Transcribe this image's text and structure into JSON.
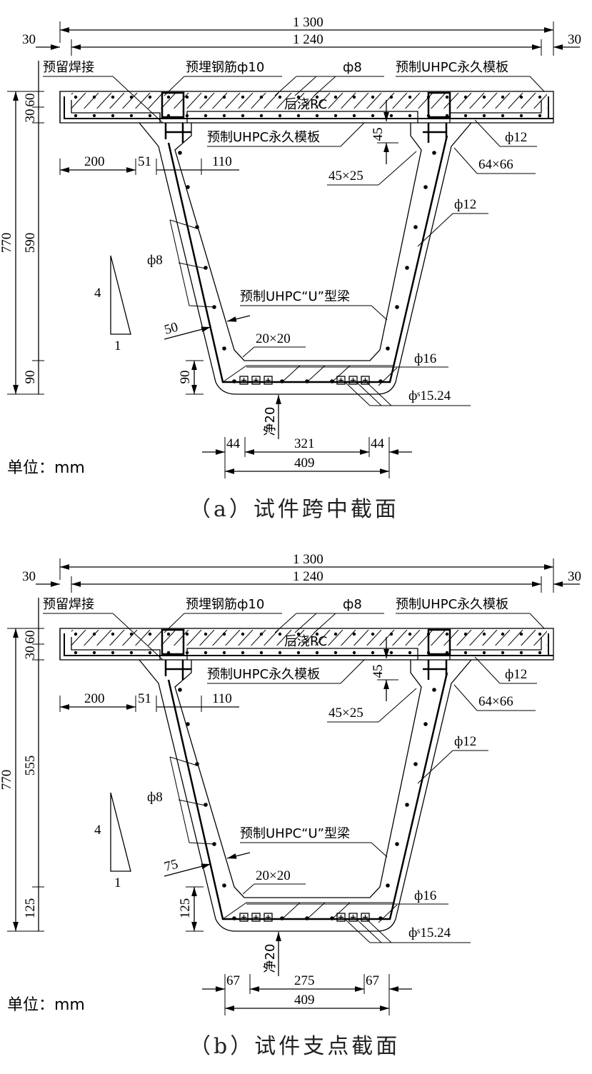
{
  "figure": {
    "sections": [
      {
        "id": "a",
        "caption": "（a）试件跨中截面",
        "unit_label": "单位：mm",
        "dims": {
          "overall_width": "1 300",
          "inner_width": "1 240",
          "edge_left": "30",
          "edge_right": "30",
          "total_height": "770",
          "flange_top": "60",
          "flange_bottom": "30",
          "web_height": "590",
          "bottom_slab": "90",
          "bottom_slab_inner": "90",
          "cantilever": "200",
          "web_offset": "51",
          "web_top_width": "110",
          "haunch_top": "45",
          "web_thickness": "50",
          "bottom_left": "44",
          "bottom_mid": "321",
          "bottom_right": "44",
          "bottom_total": "409",
          "clear_cover": "净20",
          "slope_v": "4",
          "slope_h": "1"
        },
        "labels": {
          "weld": "预留焊接",
          "embedded_bar": "预埋钢筋ф10",
          "bar_top": "ф8",
          "formwork_top_right": "预制UHPC永久模板",
          "cast_rc": "后浇RC",
          "formwork_mid": "预制UHPC永久模板",
          "bar_right_flange": "ф12",
          "chamfer_outer": "64×66",
          "chamfer_inner": "45×25",
          "bar_web_right": "ф12",
          "stirrup_web": "ф8",
          "u_beam": "预制UHPC“U”型梁",
          "chamfer_bottom": "20×20",
          "bar_bottom": "ф16",
          "strand": "фˢ15.24"
        }
      },
      {
        "id": "b",
        "caption": "（b）试件支点截面",
        "unit_label": "单位：mm",
        "dims": {
          "overall_width": "1 300",
          "inner_width": "1 240",
          "edge_left": "30",
          "edge_right": "30",
          "total_height": "770",
          "flange_top": "60",
          "flange_bottom": "30",
          "web_height": "555",
          "bottom_slab": "125",
          "bottom_slab_inner": "125",
          "cantilever": "200",
          "web_offset": "51",
          "web_top_width": "110",
          "haunch_top": "45",
          "web_thickness": "75",
          "bottom_left": "67",
          "bottom_mid": "275",
          "bottom_right": "67",
          "bottom_total": "409",
          "clear_cover": "净20",
          "slope_v": "4",
          "slope_h": "1"
        },
        "labels": {
          "weld": "预留焊接",
          "embedded_bar": "预埋钢筋ф10",
          "bar_top": "ф8",
          "formwork_top_right": "预制UHPC永久模板",
          "cast_rc": "后浇RC",
          "formwork_mid": "预制UHPC永久模板",
          "bar_right_flange": "ф12",
          "chamfer_outer": "64×66",
          "chamfer_inner": "45×25",
          "bar_web_right": "ф12",
          "stirrup_web": "ф8",
          "u_beam": "预制UHPC“U”型梁",
          "chamfer_bottom": "20×20",
          "bar_bottom": "ф16",
          "strand": "фˢ15.24"
        }
      }
    ]
  }
}
